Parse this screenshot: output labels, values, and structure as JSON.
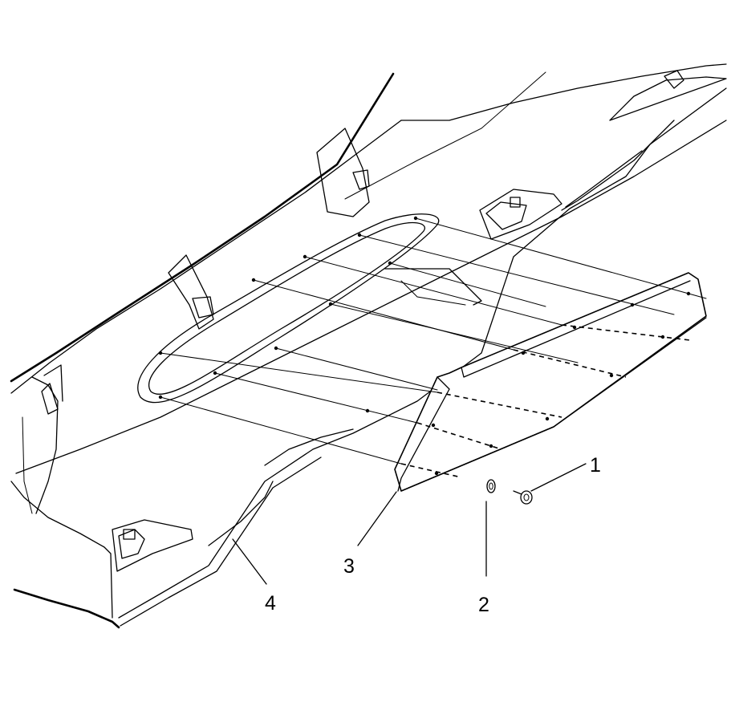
{
  "diagram": {
    "background": "#ffffff",
    "line_color": "#000000",
    "callouts": [
      {
        "id": "1",
        "label": "1",
        "part": "fastener-screw"
      },
      {
        "id": "2",
        "label": "2",
        "part": "retainer-washer"
      },
      {
        "id": "3",
        "label": "3",
        "part": "close-out-panel"
      },
      {
        "id": "4",
        "label": "4",
        "part": "rocker-panel-molding"
      }
    ]
  }
}
